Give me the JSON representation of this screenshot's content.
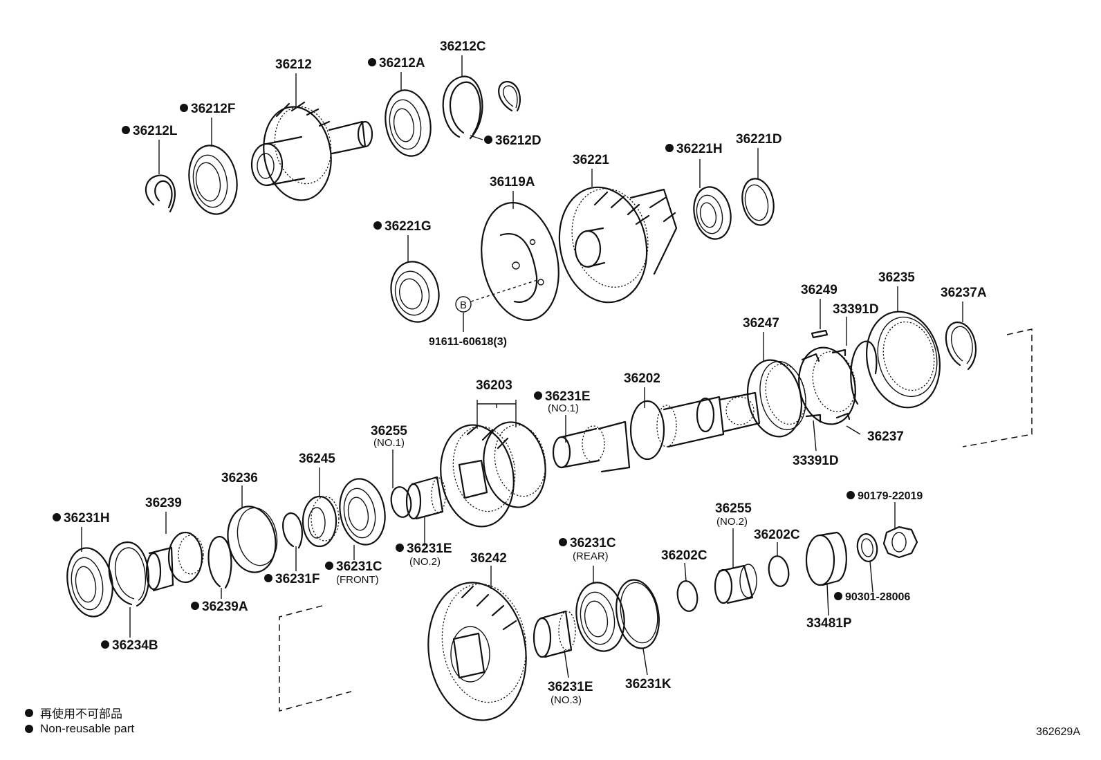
{
  "labels": [
    {
      "id": "36212",
      "text": "36212",
      "nonreusable": false
    },
    {
      "id": "36212A",
      "text": "36212A",
      "nonreusable": true
    },
    {
      "id": "36212C",
      "text": "36212C",
      "nonreusable": false
    },
    {
      "id": "36212F",
      "text": "36212F",
      "nonreusable": true
    },
    {
      "id": "36212L",
      "text": "36212L",
      "nonreusable": true
    },
    {
      "id": "36212D",
      "text": "36212D",
      "nonreusable": true
    },
    {
      "id": "36221",
      "text": "36221",
      "nonreusable": false
    },
    {
      "id": "36221H",
      "text": "36221H",
      "nonreusable": true
    },
    {
      "id": "36221D",
      "text": "36221D",
      "nonreusable": false
    },
    {
      "id": "36119A",
      "text": "36119A",
      "nonreusable": false
    },
    {
      "id": "36221G",
      "text": "36221G",
      "nonreusable": true
    },
    {
      "id": "91611",
      "text": "91611-60618(3)",
      "nonreusable": false
    },
    {
      "id": "36249",
      "text": "36249",
      "nonreusable": false
    },
    {
      "id": "36235",
      "text": "36235",
      "nonreusable": false
    },
    {
      "id": "36237A",
      "text": "36237A",
      "nonreusable": false
    },
    {
      "id": "33391D_top",
      "text": "33391D",
      "nonreusable": false
    },
    {
      "id": "36247",
      "text": "36247",
      "nonreusable": false
    },
    {
      "id": "36202",
      "text": "36202",
      "nonreusable": false
    },
    {
      "id": "36237",
      "text": "36237",
      "nonreusable": false
    },
    {
      "id": "33391D_bot",
      "text": "33391D",
      "nonreusable": false
    },
    {
      "id": "36203",
      "text": "36203",
      "nonreusable": false
    },
    {
      "id": "36231E_no1",
      "text": "36231E",
      "sub": "(NO.1)",
      "nonreusable": true
    },
    {
      "id": "36255_no1",
      "text": "36255",
      "sub": "(NO.1)",
      "nonreusable": false
    },
    {
      "id": "36245",
      "text": "36245",
      "nonreusable": false
    },
    {
      "id": "36236",
      "text": "36236",
      "nonreusable": false
    },
    {
      "id": "36239",
      "text": "36239",
      "nonreusable": false
    },
    {
      "id": "36231H",
      "text": "36231H",
      "nonreusable": true
    },
    {
      "id": "36231F",
      "text": "36231F",
      "nonreusable": true
    },
    {
      "id": "36231C_front",
      "text": "36231C",
      "sub": "(FRONT)",
      "nonreusable": true
    },
    {
      "id": "36231E_no2",
      "text": "36231E",
      "sub": "(NO.2)",
      "nonreusable": true
    },
    {
      "id": "36239A",
      "text": "36239A",
      "nonreusable": true
    },
    {
      "id": "36234B",
      "text": "36234B",
      "nonreusable": true
    },
    {
      "id": "36242",
      "text": "36242",
      "nonreusable": false
    },
    {
      "id": "36231C_rear",
      "text": "36231C",
      "sub": "(REAR)",
      "nonreusable": true
    },
    {
      "id": "36231E_no3",
      "text": "36231E",
      "sub": "(NO.3)",
      "nonreusable": false
    },
    {
      "id": "36231K",
      "text": "36231K",
      "nonreusable": false
    },
    {
      "id": "36202C_a",
      "text": "36202C",
      "nonreusable": false
    },
    {
      "id": "36255_no2",
      "text": "36255",
      "sub": "(NO.2)",
      "nonreusable": false
    },
    {
      "id": "36202C_b",
      "text": "36202C",
      "nonreusable": false
    },
    {
      "id": "90179",
      "text": "90179-22019",
      "nonreusable": true
    },
    {
      "id": "90301",
      "text": "90301-28006",
      "nonreusable": true
    },
    {
      "id": "33481P",
      "text": "33481P",
      "nonreusable": false
    }
  ],
  "legend": [
    {
      "symbol": "filled-dot",
      "text": "再使用不可部品"
    },
    {
      "symbol": "filled-dot",
      "text": "Non-reusable part"
    }
  ],
  "reference_code": "362629A",
  "callout_symbol": "B"
}
